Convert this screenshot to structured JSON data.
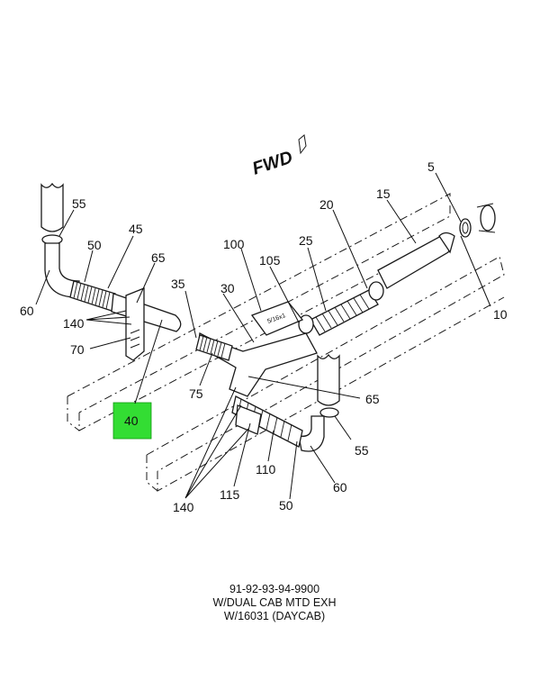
{
  "diagram": {
    "direction_label": "FWD",
    "highlight_color": "#33dd33",
    "callouts": {
      "c5": "5",
      "c10": "10",
      "c15": "15",
      "c20": "20",
      "c25": "25",
      "c30": "30",
      "c35": "35",
      "c40": "40",
      "c45": "45",
      "c50a": "50",
      "c50b": "50",
      "c55a": "55",
      "c55b": "55",
      "c60a": "60",
      "c60b": "60",
      "c65a": "65",
      "c65b": "65",
      "c70": "70",
      "c75": "75",
      "c100": "100",
      "c105": "105",
      "c110": "110",
      "c115": "115",
      "c140a": "140",
      "c140b": "140"
    }
  },
  "caption": {
    "line1": "91-92-93-94-9900",
    "line2": "W/DUAL CAB MTD EXH",
    "line3": "W/16031 (DAYCAB)"
  }
}
